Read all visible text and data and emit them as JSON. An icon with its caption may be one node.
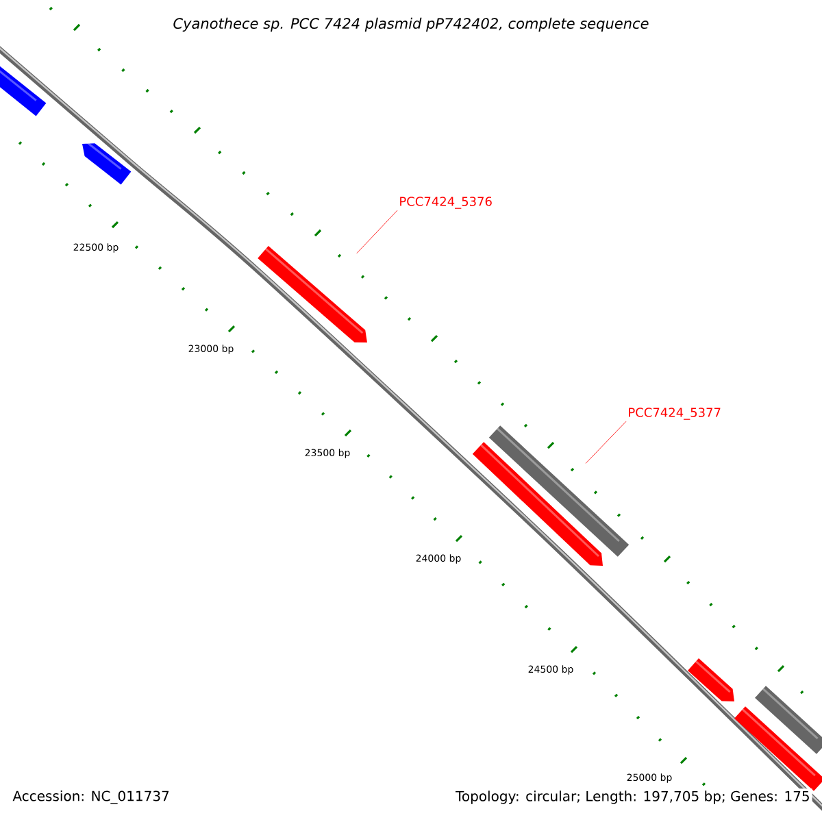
{
  "diagram": {
    "title": "Cyanothece sp. PCC 7424 plasmid pP742402, complete sequence",
    "nodes": [
      {
        "text": [],
        "shape": "bar"
      },
      {
        "text": [],
        "shape": "bar"
      },
      {
        "text": [
          "PCC7424_5376"
        ]
      },
      {
        "text": [],
        "shape": "bar"
      },
      {
        "text": [
          "PCC7424_5377"
        ]
      },
      {
        "text": [],
        "shape": "bar"
      },
      {
        "text": [],
        "shape": "bar"
      },
      {
        "text": [],
        "shape": "bar"
      },
      {
        "text": [],
        "shape": "bar"
      },
      {
        "text": [],
        "shape": "bar"
      }
    ],
    "edges": [
      {
        "from": 2,
        "to": 3,
        "arrow": "none"
      },
      {
        "from": 4,
        "to": 5,
        "arrow": "none"
      }
    ],
    "labels": [
      "22500 bp",
      "23000 bp",
      "23500 bp",
      "24000 bp",
      "24500 bp",
      "25000 bp",
      "Accession: NC_011737",
      "Topology: circular; Length: 197,705 bp; Genes: 175"
    ]
  }
}
